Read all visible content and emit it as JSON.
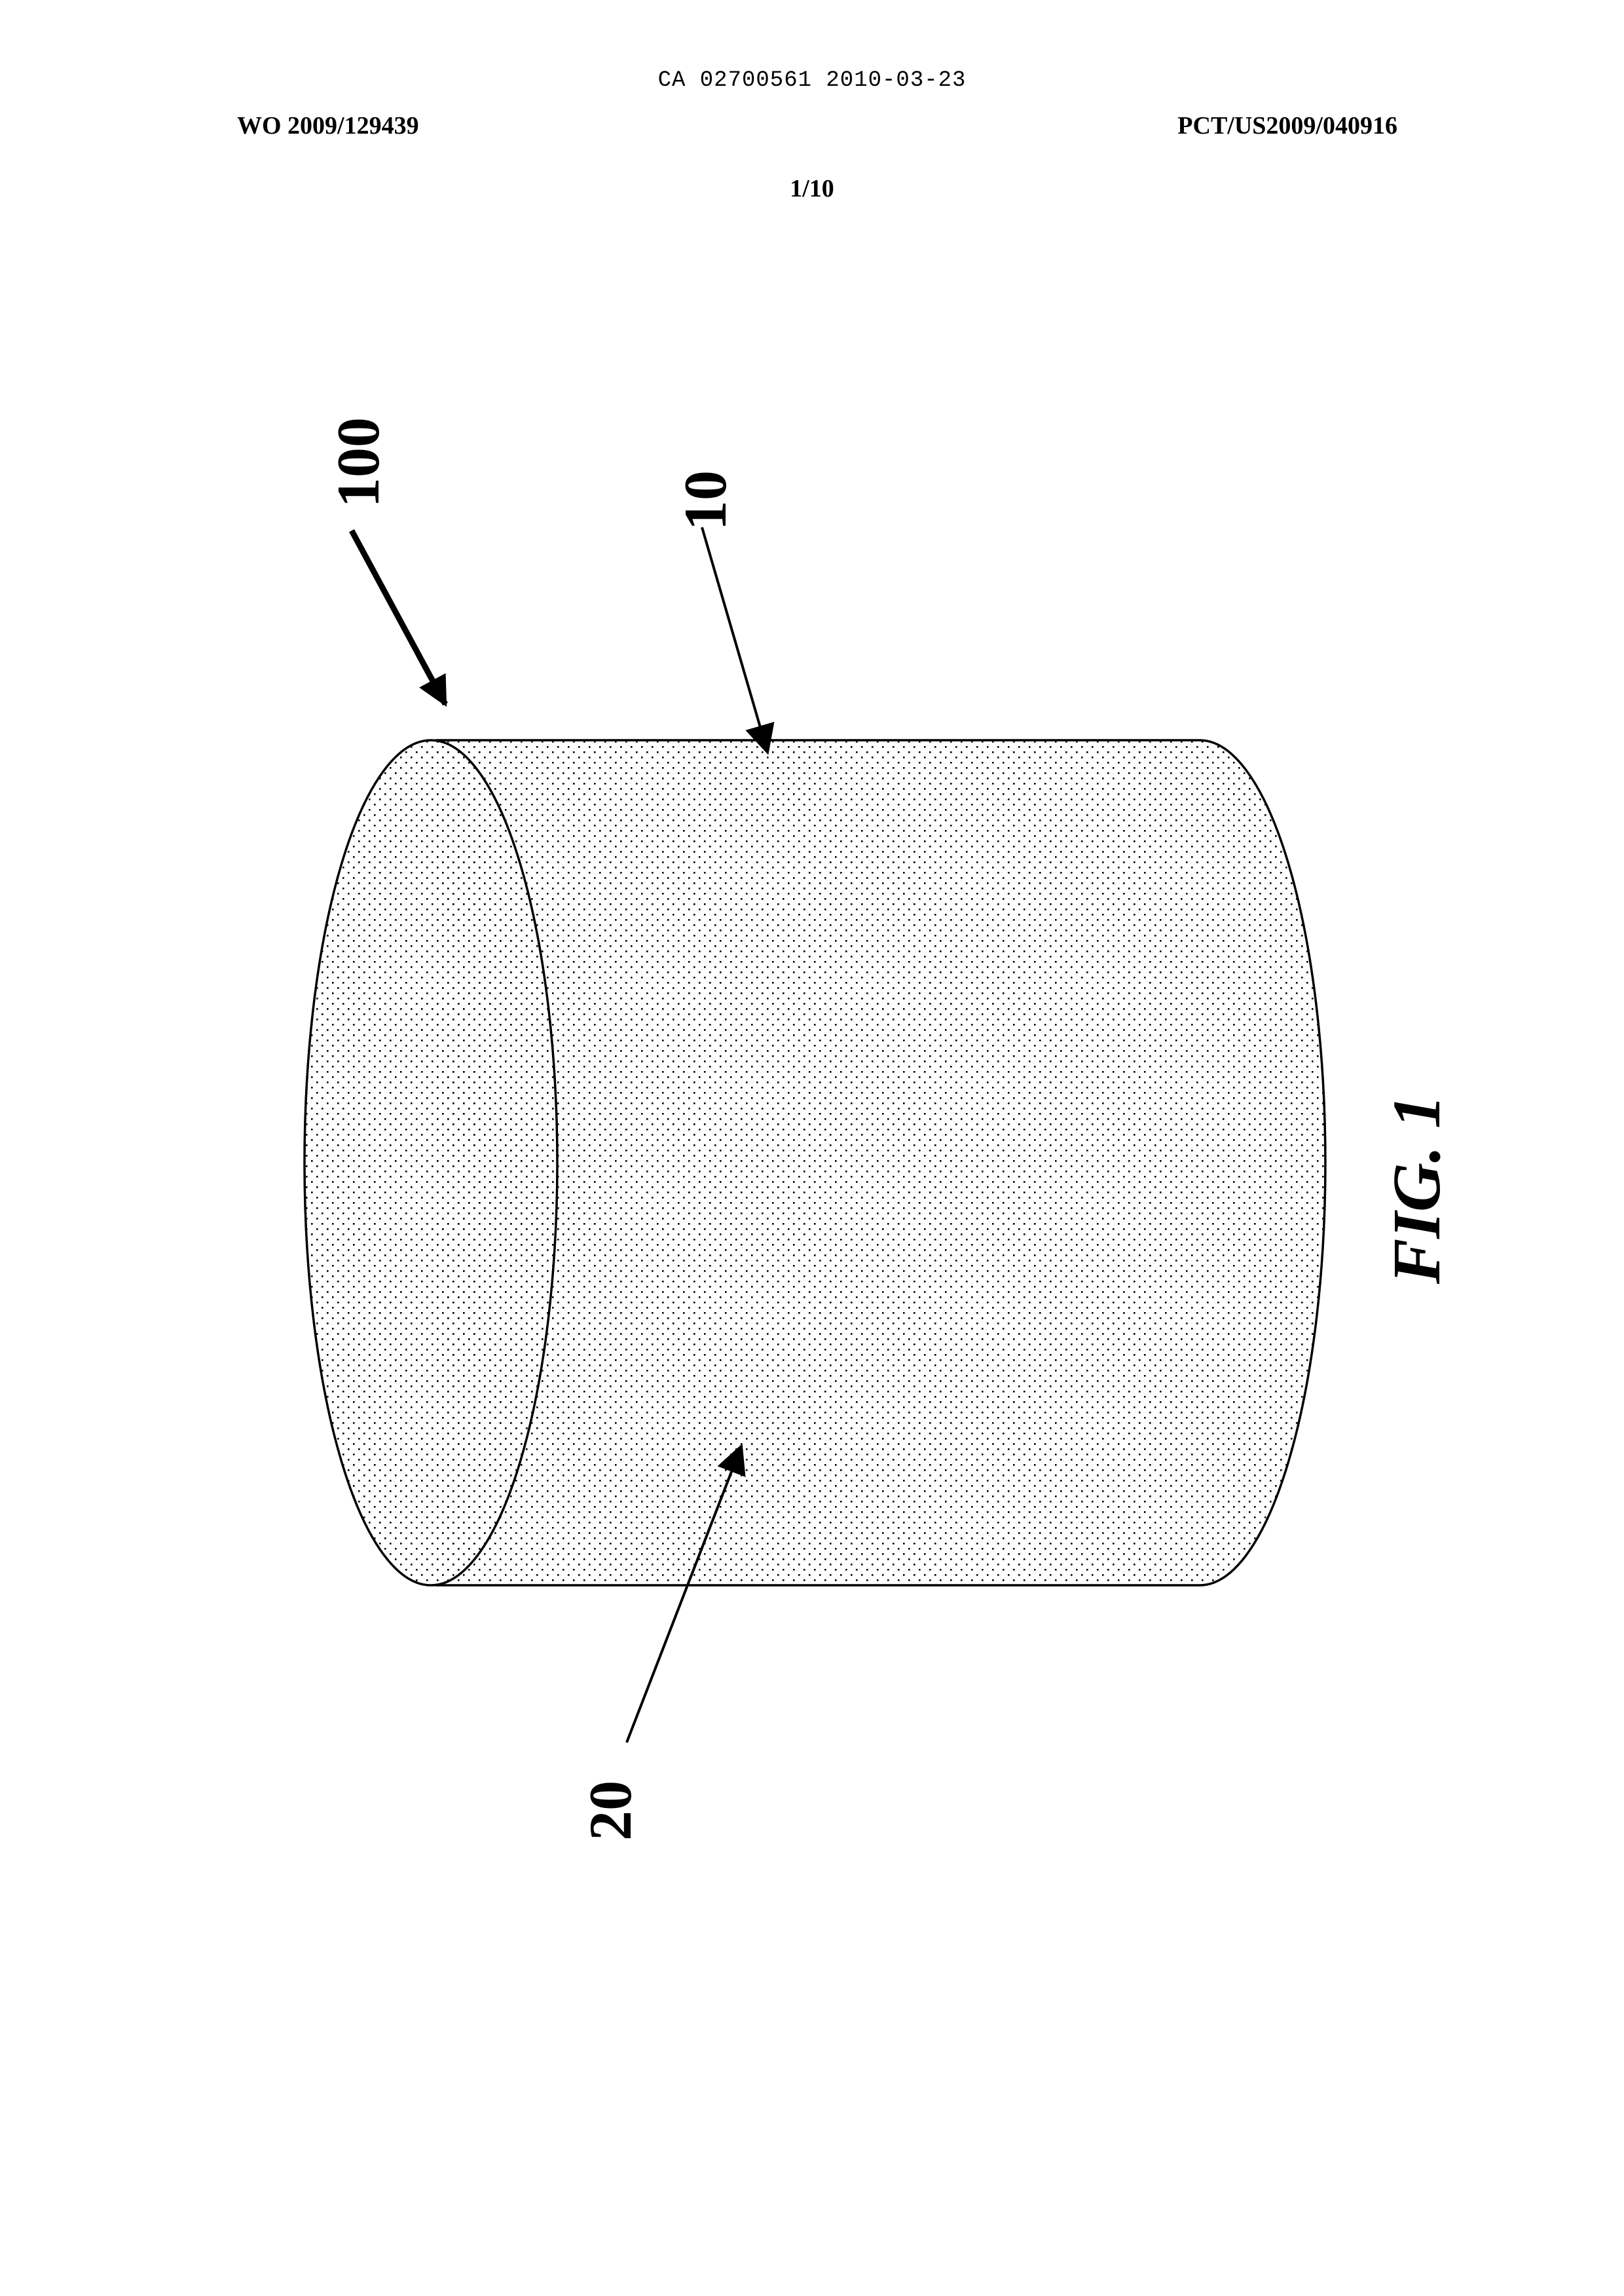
{
  "header": {
    "ca_stamp": "CA 02700561 2010-03-23",
    "publication_number": "WO 2009/129439",
    "application_number": "PCT/US2009/040916",
    "sheet_number": "1/10"
  },
  "figure": {
    "label": "FIG. 1",
    "references": {
      "assembly": "100",
      "side_surface": "10",
      "body": "20"
    },
    "colors": {
      "ink": "#000000",
      "paper": "#ffffff"
    }
  }
}
